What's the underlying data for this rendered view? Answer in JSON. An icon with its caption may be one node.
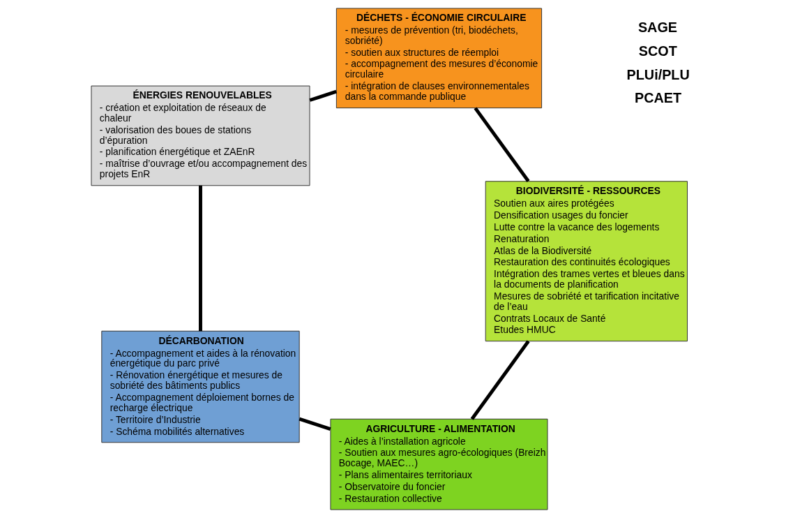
{
  "diagram": {
    "nodes": [
      {
        "text": [
          "AGRICULTURE - ALIMENTATION",
          "- Aides à l’installation agricole",
          "- Soutien aux mesures agro-écologiques (Breizh Bocage, MAEC…)",
          "- Plans alimentaires territoriaux",
          "- Observatoire du foncier",
          "- Restauration collective"
        ]
      },
      {
        "text": [
          "DÉCARBONATION",
          "- Accompagnement et aides à la rénovation énergétique du parc privé",
          "- Rénovation énergétique et mesures de sobriété des bâtiments publics",
          "- Accompagnement déploiement bornes de recharge électrique",
          "- Territoire d’Industrie",
          "- Schéma mobilités alternatives"
        ]
      },
      {
        "text": [
          "ÉNERGIES RENOUVELABLES",
          "- création et exploitation de réseaux de chaleur",
          "- valorisation des boues de stations d’épuration",
          "- planification énergétique et ZAEnR",
          "- maîtrise d’ouvrage et/ou accompagnement des projets EnR"
        ]
      },
      {
        "text": [
          "DÉCHETS - ÉCONOMIE CIRCULAIRE",
          "- mesures de prévention (tri, biodéchets, sobriété)",
          "- soutien aux structures de réemploi",
          "- accompagnement des mesures d’économie circulaire",
          "- intégration de clauses environnementales dans la commande publique"
        ]
      },
      {
        "text": [
          "BIODIVERSITÉ - RESSOURCES",
          "Soutien aux aires protégées",
          "Densification usages du foncier",
          "Lutte contre la vacance des logements",
          "Renaturation",
          "Atlas de la Biodiversité",
          "Restauration des continuités écologiques",
          "Intégration des trames vertes et bleues dans la documents de planification",
          "Mesures de sobriété et tarification incitative de l’eau",
          "Contrats Locaux de Santé",
          "Etudes HMUC"
        ]
      }
    ],
    "edges": [
      {
        "from": 0,
        "to": 1,
        "arrow": "none"
      },
      {
        "from": 1,
        "to": 2,
        "arrow": "none"
      },
      {
        "from": 2,
        "to": 3,
        "arrow": "none"
      },
      {
        "from": 3,
        "to": 4,
        "arrow": "none"
      },
      {
        "from": 4,
        "to": 0,
        "arrow": "none"
      }
    ],
    "labels": [
      "SAGE",
      "SCOT",
      "PLUi/PLU",
      "PCAET"
    ]
  }
}
